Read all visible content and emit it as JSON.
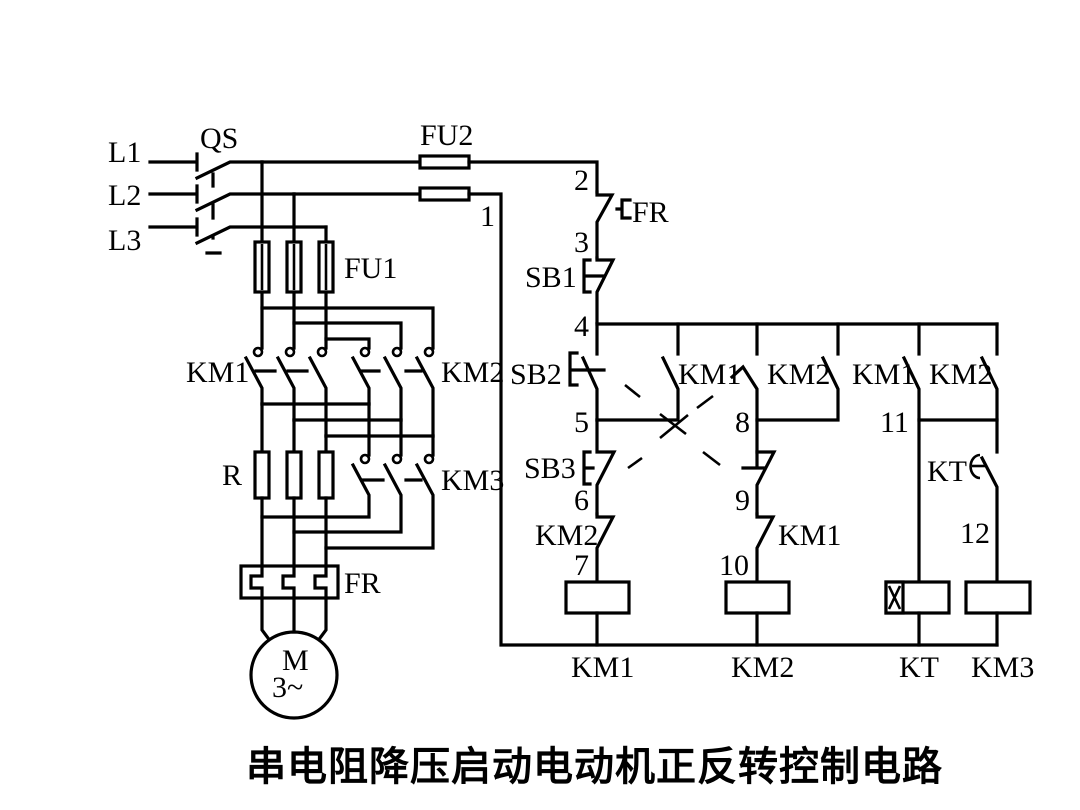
{
  "title": "串电阻降压启动电动机正反转控制电路",
  "main_circuit": {
    "lines": [
      "L1",
      "L2",
      "L3"
    ],
    "switch": "QS",
    "fuse_main": "FU1",
    "fuse_control": "FU2",
    "contactor_forward": "KM1",
    "contactor_reverse": "KM2",
    "resistor": "R",
    "contactor_bypass": "KM3",
    "thermal_relay": "FR",
    "motor": {
      "symbol": "M",
      "phase": "3~"
    }
  },
  "control_circuit": {
    "nodes": [
      "1",
      "2",
      "3",
      "4",
      "5",
      "6",
      "7",
      "8",
      "9",
      "10",
      "11",
      "12"
    ],
    "fr_contact": "FR",
    "stop_button": "SB1",
    "forward_button": "SB2",
    "reverse_button": "SB3",
    "km1_hold": "KM1",
    "km2_hold": "KM2",
    "km1_aux": "KM1",
    "km2_aux": "KM2",
    "km2_interlock": "KM2",
    "km1_interlock": "KM1",
    "timer_contact": "KT",
    "coils": [
      "KM1",
      "KM2",
      "KT",
      "KM3"
    ]
  }
}
